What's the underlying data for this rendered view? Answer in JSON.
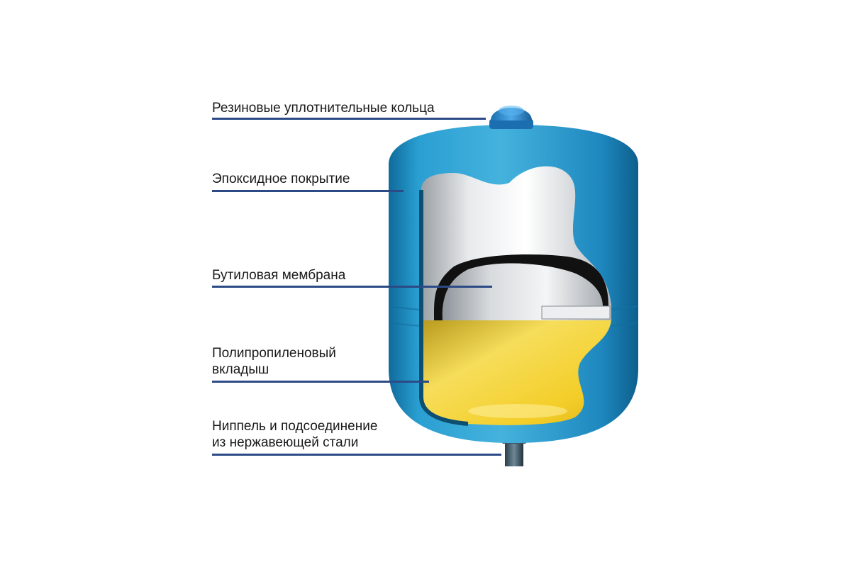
{
  "labels": {
    "rings": "Резиновые уплотнительные кольца",
    "coating": "Эпоксидное покрытие",
    "membrane": "Бутиловая мембрана",
    "liner_l1": "Полипропиленовый",
    "liner_l2": "вкладыш",
    "nipple_l1": "Ниппель и подсоединение",
    "nipple_l2": "из нержавеющей стали"
  },
  "colors": {
    "tank": "#1f8fc2",
    "tank_dark": "#146f9e",
    "leader": "#2b4a86",
    "membrane": "#d9dde0",
    "liner": "#f2cc2c"
  }
}
